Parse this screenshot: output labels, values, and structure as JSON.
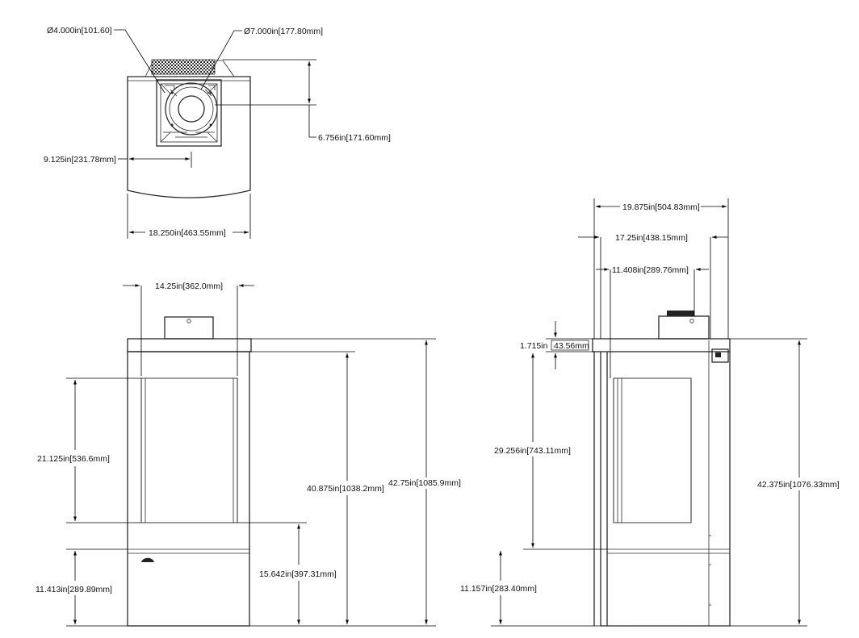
{
  "views": {
    "top": {
      "flue_outer_diameter": "Ø4.000in",
      "flue_outer_diameter_mm": "[101.60]",
      "flue_inner_diameter": "Ø7.000in",
      "flue_inner_diameter_mm": "[177.80mm]",
      "flue_offset_depth": "6.756in",
      "flue_offset_depth_mm": "[171.60mm]",
      "half_width": "9.125in",
      "half_width_mm": "[231.78mm]",
      "overall_width": "18.250in",
      "overall_width_mm": "[463.55mm]"
    },
    "front": {
      "body_width": "14.25in",
      "body_width_mm": "[362.0mm]",
      "glass_height": "21.125in",
      "glass_height_mm": "[536.6mm]",
      "top_to_base_height": "40.875in",
      "top_to_base_height_mm": "[1038.2mm]",
      "overall_height": "42.75in",
      "overall_height_mm": "[1085.9mm]",
      "glass_bottom_height": "15.642in",
      "glass_bottom_height_mm": "[397.31mm]",
      "pedestal_height": "11.413in",
      "pedestal_height_mm": "[289.89mm]"
    },
    "side": {
      "overall_depth": "19.875in",
      "overall_depth_mm": "[504.83mm]",
      "body_depth": "17.25in",
      "body_depth_mm": "[438.15mm]",
      "flue_center_depth": "11.408in",
      "flue_center_depth_mm": "[289.76mm]",
      "top_thickness": "1.715in",
      "top_thickness_mm": "43.56mm",
      "glass_to_top_height": "29.256in",
      "glass_to_top_height_mm": "[743.11mm]",
      "overall_height": "42.375in",
      "overall_height_mm": "[1076.33mm]",
      "pedestal_height": "11.157in",
      "pedestal_height_mm": "[283.40mm]"
    }
  }
}
